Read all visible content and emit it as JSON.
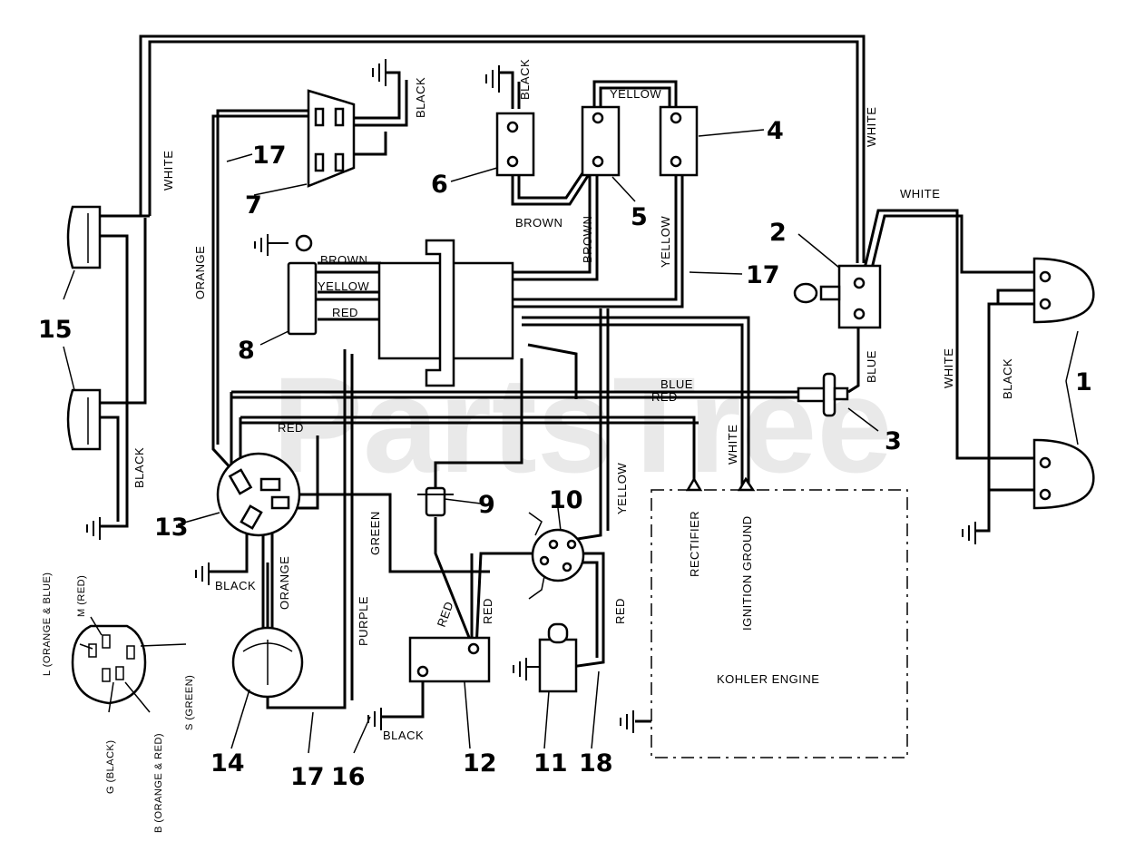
{
  "watermark": "PartsTree",
  "part_numbers": {
    "n1": "1",
    "n2": "2",
    "n3": "3",
    "n4": "4",
    "n5": "5",
    "n6": "6",
    "n7": "7",
    "n8": "8",
    "n9": "9",
    "n10": "10",
    "n11": "11",
    "n12": "12",
    "n13": "13",
    "n14": "14",
    "n15": "15",
    "n16": "16",
    "n17": "17",
    "n18": "18"
  },
  "wire_labels": {
    "white": "WHITE",
    "black": "BLACK",
    "yellow": "YELLOW",
    "brown": "BROWN",
    "red": "RED",
    "blue": "BLUE",
    "orange": "ORANGE",
    "green": "GREEN",
    "purple": "PURPLE"
  },
  "engine": {
    "name": "KOHLER ENGINE",
    "rectifier": "RECTIFIER",
    "ignition_ground": "IGNITION GROUND"
  },
  "switch_terminals": {
    "l": "L (ORANGE & BLUE)",
    "m": "M (RED)",
    "s": "S (GREEN)",
    "g": "G (BLACK)",
    "b": "B (ORANGE & RED)"
  }
}
